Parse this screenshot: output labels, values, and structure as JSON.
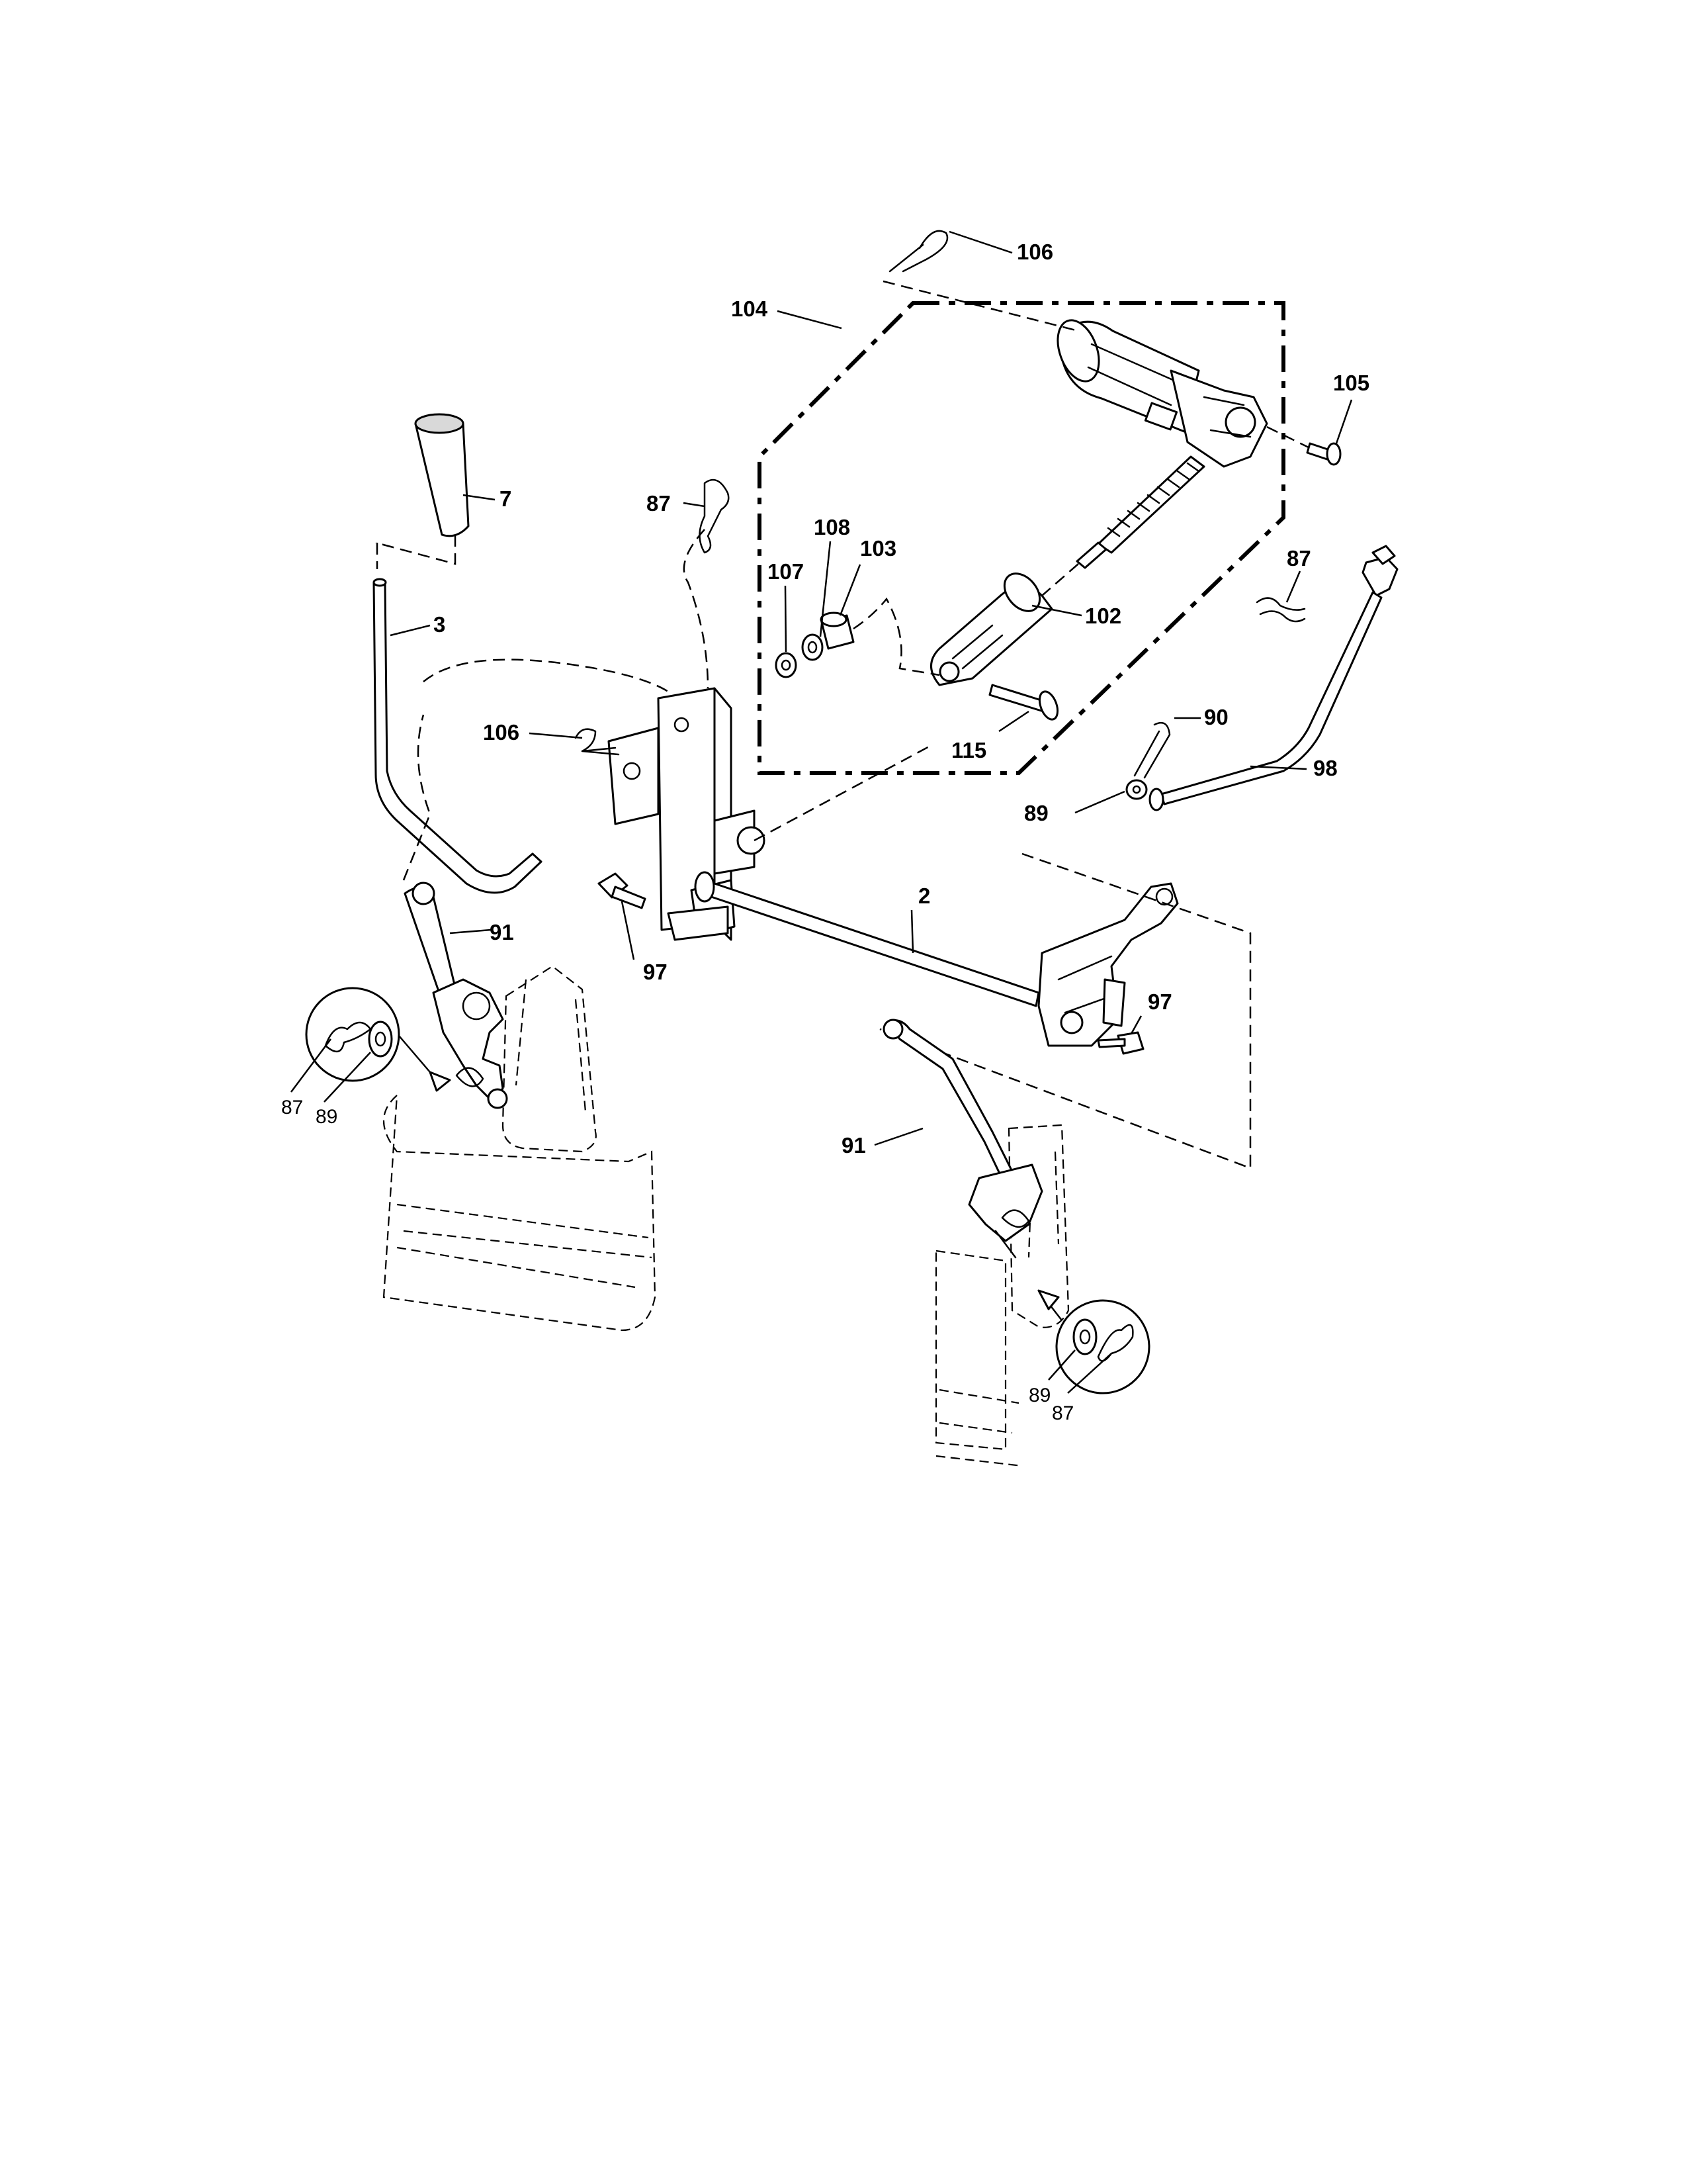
{
  "callouts": {
    "c106_top": "106",
    "c104": "104",
    "c105": "105",
    "c7": "7",
    "c87_mid": "87",
    "c108": "108",
    "c103": "103",
    "c107": "107",
    "c102": "102",
    "c87_right": "87",
    "c3": "3",
    "c106_mid": "106",
    "c115": "115",
    "c90": "90",
    "c98": "98",
    "c89_right": "89",
    "c2": "2",
    "c91_left": "91",
    "c97_left": "97",
    "c97_right": "97",
    "c87_left_detail": "87",
    "c89_left_detail": "89",
    "c91_right": "91",
    "c89_right_detail": "89",
    "c87_right_detail": "87"
  }
}
